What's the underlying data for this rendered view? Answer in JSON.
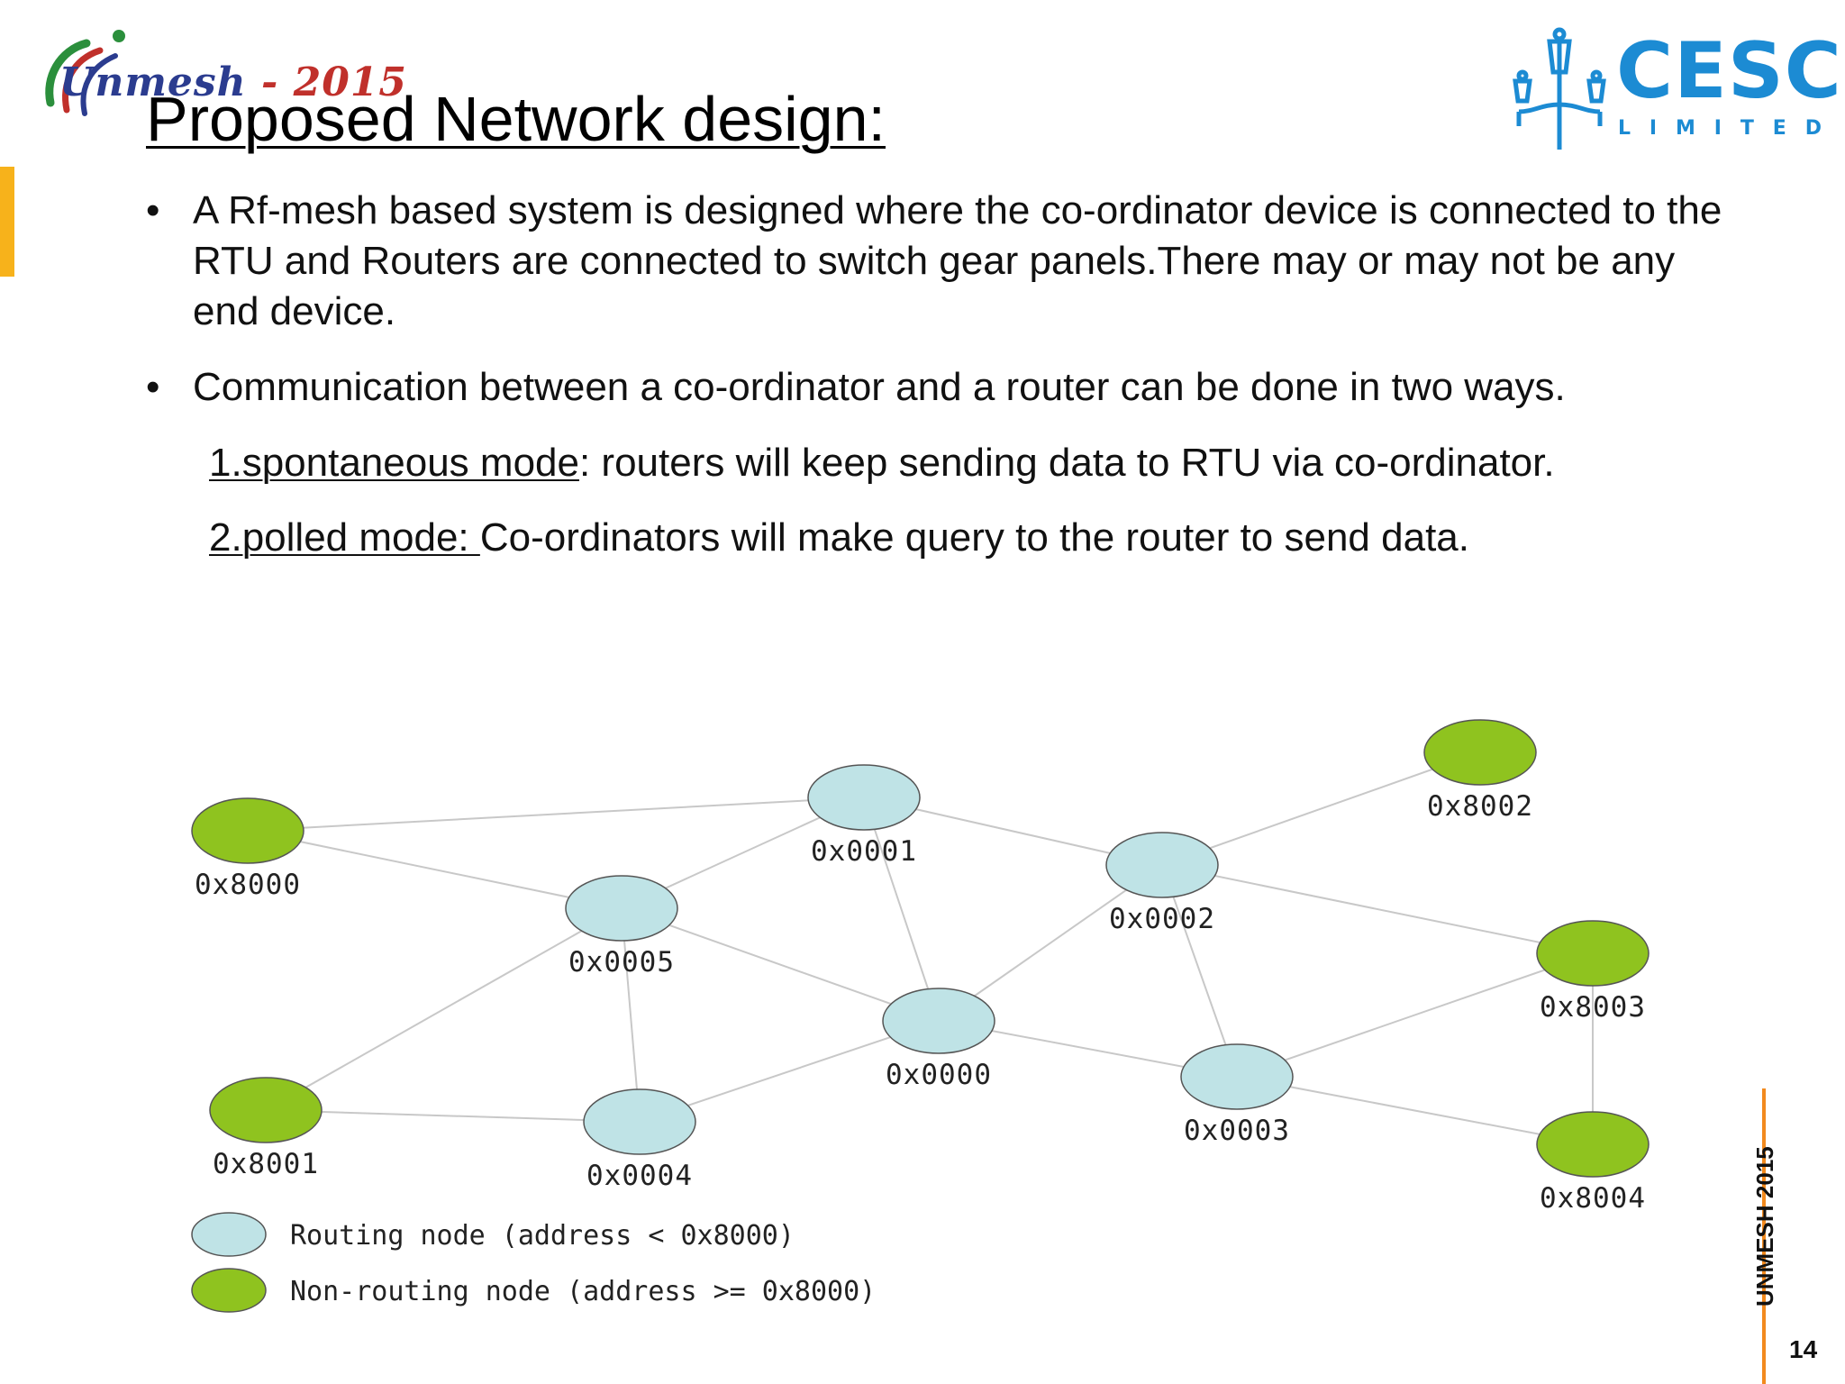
{
  "header": {
    "event_logo": "Unmesh - 2015",
    "event_logo_first": "Unmesh",
    "event_logo_rest": " - 2015",
    "company_logo": {
      "name": "CESC",
      "sub_letters": [
        "L",
        "I",
        "M",
        "I",
        "T",
        "E",
        "D"
      ]
    },
    "title": "Proposed Network design:"
  },
  "body": {
    "bullets": [
      "A Rf-mesh based system is designed where the co-ordinator device is connected to the RTU and Routers are connected to switch gear panels.There may or may not be any end device.",
      "Communication between a co-ordinator and a router can be done in two ways."
    ],
    "modes": [
      {
        "label": "1.spontaneous mode",
        "text": ": routers will keep sending data to RTU via co-ordinator."
      },
      {
        "label": "2.polled mode: ",
        "text": "Co-ordinators will make query to the router to send data."
      }
    ]
  },
  "diagram": {
    "colors": {
      "routing": "#bfe3e6",
      "non_routing": "#8fc31f",
      "edge": "#c8c8c8",
      "outline": "#555555"
    },
    "nodes": [
      {
        "id": "0x8000",
        "label": "0x8000",
        "kind": "non_routing"
      },
      {
        "id": "0x0001",
        "label": "0x0001",
        "kind": "routing"
      },
      {
        "id": "0x8002",
        "label": "0x8002",
        "kind": "non_routing"
      },
      {
        "id": "0x0002",
        "label": "0x0002",
        "kind": "routing"
      },
      {
        "id": "0x0005",
        "label": "0x0005",
        "kind": "routing"
      },
      {
        "id": "0x8003",
        "label": "0x8003",
        "kind": "non_routing"
      },
      {
        "id": "0x0000",
        "label": "0x0000",
        "kind": "routing"
      },
      {
        "id": "0x8001",
        "label": "0x8001",
        "kind": "non_routing"
      },
      {
        "id": "0x0003",
        "label": "0x0003",
        "kind": "routing"
      },
      {
        "id": "0x0004",
        "label": "0x0004",
        "kind": "routing"
      },
      {
        "id": "0x8004",
        "label": "0x8004",
        "kind": "non_routing"
      }
    ],
    "edges": [
      [
        "0x8000",
        "0x0001"
      ],
      [
        "0x8000",
        "0x0005"
      ],
      [
        "0x0005",
        "0x0001"
      ],
      [
        "0x0001",
        "0x0002"
      ],
      [
        "0x0001",
        "0x0000"
      ],
      [
        "0x0005",
        "0x0000"
      ],
      [
        "0x0005",
        "0x0004"
      ],
      [
        "0x0005",
        "0x8001"
      ],
      [
        "0x8001",
        "0x0004"
      ],
      [
        "0x0004",
        "0x0000"
      ],
      [
        "0x0000",
        "0x0002"
      ],
      [
        "0x0000",
        "0x0003"
      ],
      [
        "0x0002",
        "0x8002"
      ],
      [
        "0x0002",
        "0x8003"
      ],
      [
        "0x0002",
        "0x0003"
      ],
      [
        "0x0003",
        "0x8003"
      ],
      [
        "0x0003",
        "0x8004"
      ],
      [
        "0x8003",
        "0x8004"
      ]
    ],
    "legend": [
      {
        "kind": "routing",
        "label": "Routing node (address < 0x8000)"
      },
      {
        "kind": "non_routing",
        "label": "Non-routing node (address >= 0x8000)"
      }
    ]
  },
  "footer": {
    "label": "UNMESH 2015",
    "page_number": "14"
  },
  "accent_colors": {
    "left_bar": "#f7b21b",
    "right_line": "#f28a1e",
    "company_blue": "#1c8bd3"
  }
}
